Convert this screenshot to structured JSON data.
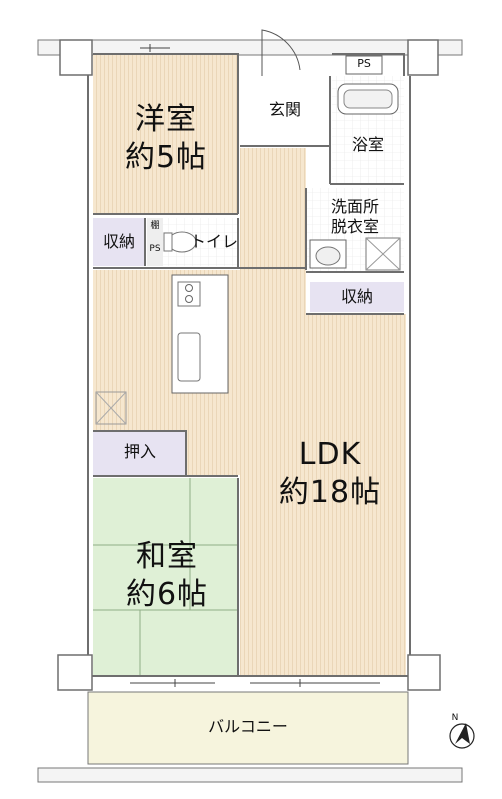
{
  "rooms": {
    "western": {
      "name": "洋室",
      "size": "約5帖"
    },
    "entrance": "玄関",
    "bath": "浴室",
    "washroom": {
      "line1": "洗面所",
      "line2": "脱衣室"
    },
    "storage_left": "収納",
    "shelf": "棚",
    "ps_small": "PS",
    "toilet": "トイレ",
    "storage_right": "収納",
    "oshiire": "押入",
    "ldk": {
      "name": "LDK",
      "size": "約18帖"
    },
    "japanese": {
      "name": "和室",
      "size": "約6帖"
    },
    "balcony": "バルコニー",
    "ps_top": "PS"
  },
  "compass": {
    "label": "N"
  },
  "colors": {
    "wall": "#7a7a7a",
    "wood_floor": "#f6e7cf",
    "wood_stripe": "#e9d4b4",
    "tatami": "#dff0d6",
    "tatami_line": "#8fae86",
    "storage": "#e7e3f2",
    "balcony": "#f6f4dd",
    "tile": "#ffffff",
    "outer": "#f2f2f2"
  }
}
